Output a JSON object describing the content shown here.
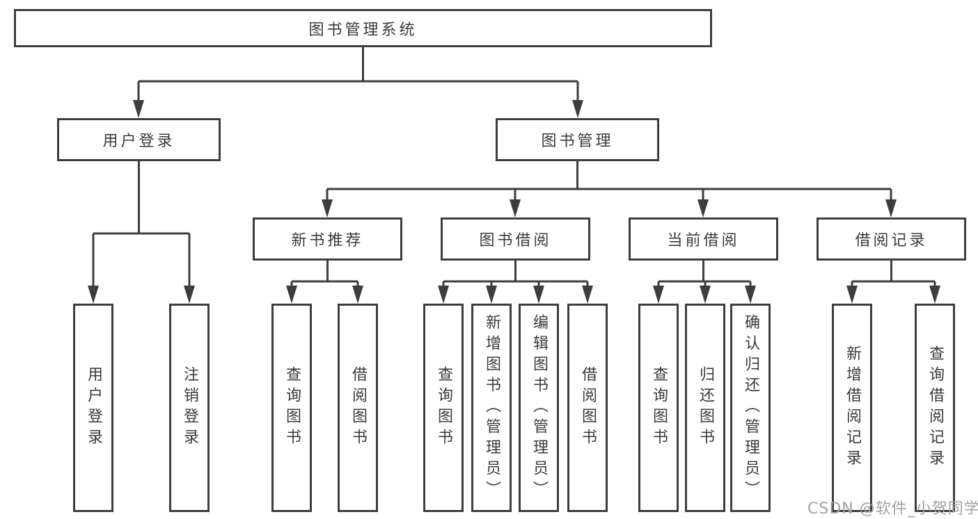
{
  "diagram": {
    "root": "图书管理系统",
    "groups": {
      "login": {
        "label": "用户登录",
        "leaves": [
          "用户登录",
          "注销登录"
        ]
      },
      "mgmt": {
        "label": "图书管理"
      },
      "recommend": {
        "label": "新书推荐",
        "leaves": [
          "查询图书",
          "借阅图书"
        ]
      },
      "borrow": {
        "label": "图书借阅",
        "leaves": [
          "查询图书",
          "新增图书（管理员）",
          "编辑图书（管理员）",
          "借阅图书"
        ]
      },
      "current": {
        "label": "当前借阅",
        "leaves": [
          "查询图书",
          "归还图书",
          "确认归还（管理员）"
        ]
      },
      "records": {
        "label": "借阅记录",
        "leaves": [
          "新增借阅记录",
          "查询借阅记录"
        ]
      }
    },
    "colors": {
      "line": "#3d3d3d",
      "text": "#3a3a3a",
      "watermark": "#a2a2a2"
    },
    "watermark": "CSDN @软件_小贺同学"
  }
}
